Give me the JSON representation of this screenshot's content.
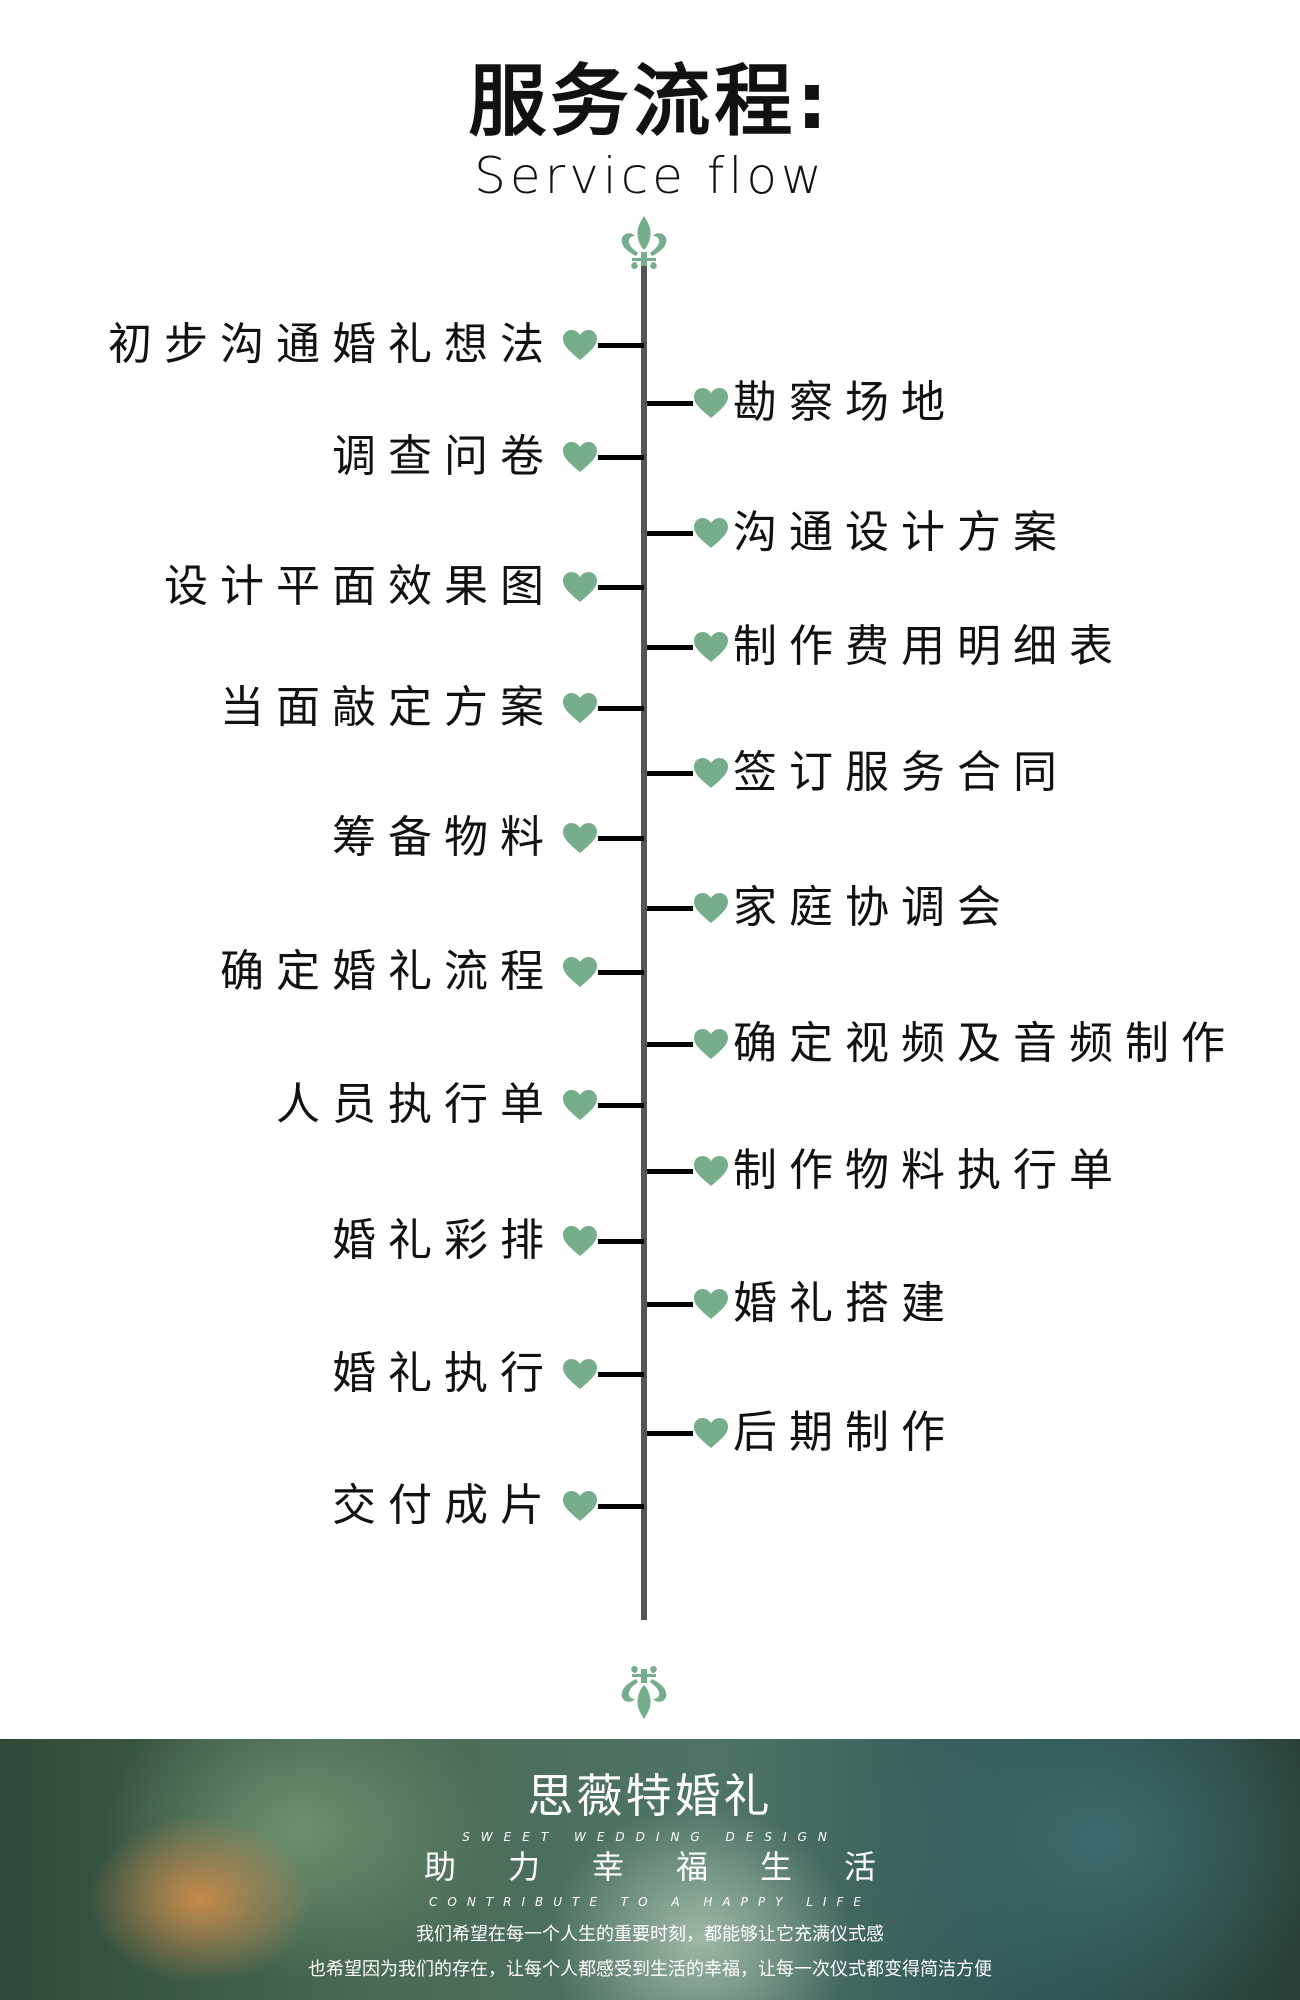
{
  "title": "服务流程:",
  "subtitle": "Service flow",
  "accent": "#76ad8a",
  "steps_left": [
    "初步沟通婚礼想法",
    "调查问卷",
    "设计平面效果图",
    "当面敲定方案",
    "筹备物料",
    "确定婚礼流程",
    "人员执行单",
    "婚礼彩排",
    "婚礼执行",
    "交付成片"
  ],
  "steps_right": [
    "勘察场地",
    "沟通设计方案",
    "制作费用明细表",
    "签订服务合同",
    "家庭协调会",
    "确定视频及音频制作",
    "制作物料执行单",
    "婚礼搭建",
    "后期制作"
  ],
  "banner": {
    "brand": "思薇特婚礼",
    "brand_en": "SWEET WEDDING DESIGN",
    "slogan": "助力幸福生活",
    "slogan_en": "CONTRIBUTE TO A HAPPY LIFE",
    "line1": "我们希望在每一个人生的重要时刻，都能够让它充满仪式感",
    "line2": "也希望因为我们的存在，让每个人都感受到生活的幸福，让每一次仪式都变得简洁方便"
  }
}
